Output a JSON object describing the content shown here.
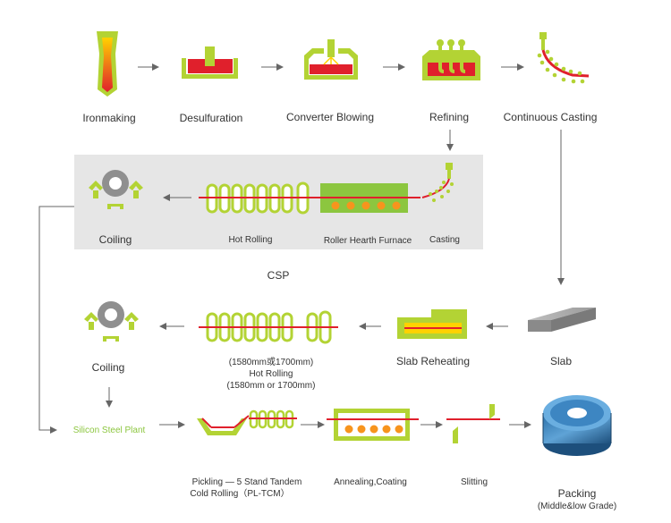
{
  "colors": {
    "green": "#b3d334",
    "dark_green": "#8cc63f",
    "red": "#e0202c",
    "orange": "#f7941d",
    "yellow": "#ffd200",
    "gray_panel": "#e6e6e6",
    "arrow": "#666666"
  },
  "labels": {
    "ironmaking": "Ironmaking",
    "desulfuration": "Desulfuration",
    "converter_blowing": "Converter Blowing",
    "refining": "Refining",
    "continuous_casting": "Continuous Casting",
    "csp_coiling": "Coiling",
    "csp_hot_rolling": "Hot Rolling",
    "roller_hearth_furnace": "Roller Hearth Furnace",
    "casting": "Casting",
    "csp": "CSP",
    "coiling": "Coiling",
    "hot_rolling_line1": "(1580mm或1700mm)",
    "hot_rolling_line2": "Hot Rolling",
    "hot_rolling_line3": "(1580mm or 1700mm)",
    "slab_reheating": "Slab Reheating",
    "slab": "Slab",
    "silicon_steel_plant": "Silicon Steel Plant",
    "pickling_line1": "Pickling — 5 Stand Tandem",
    "pickling_line2": "Cold Rolling（PL-TCM）",
    "annealing_coating": "Annealing,Coating",
    "slitting": "Slitting",
    "packing_line1": "Packing",
    "packing_line2": "(Middle&low Grade)"
  }
}
